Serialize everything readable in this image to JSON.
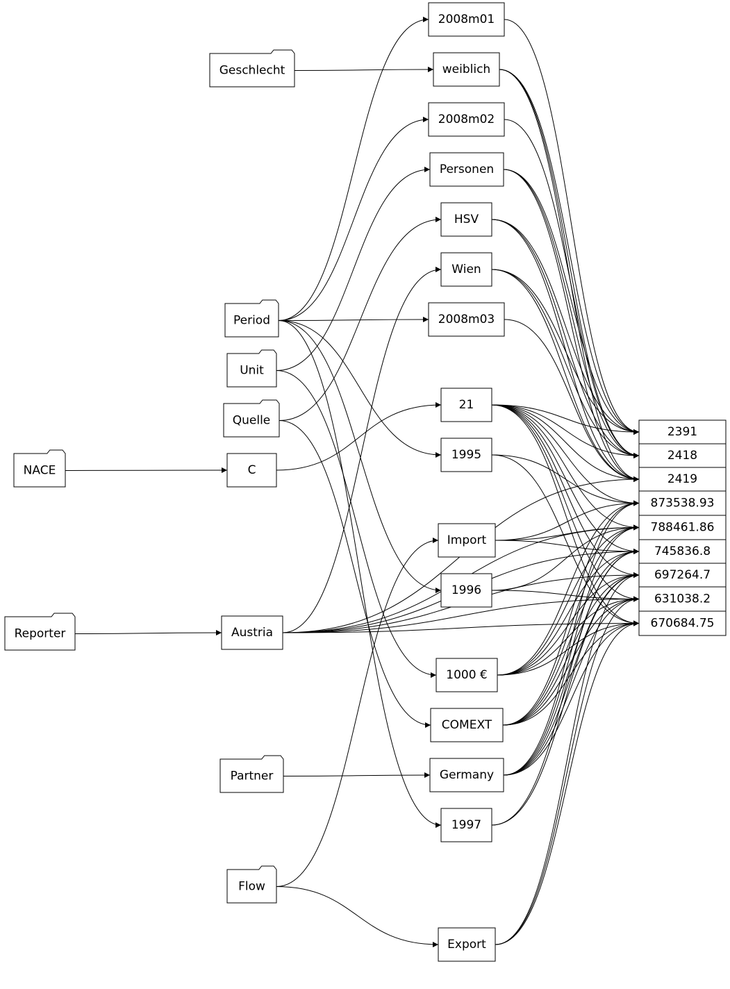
{
  "dimension_nodes": [
    {
      "id": "geschlecht",
      "label": "Geschlecht"
    },
    {
      "id": "period",
      "label": "Period"
    },
    {
      "id": "unit",
      "label": "Unit"
    },
    {
      "id": "quelle",
      "label": "Quelle"
    },
    {
      "id": "nace",
      "label": "NACE"
    },
    {
      "id": "reporter",
      "label": "Reporter"
    },
    {
      "id": "partner",
      "label": "Partner"
    },
    {
      "id": "flow",
      "label": "Flow"
    }
  ],
  "value_nodes": [
    {
      "id": "v2008m01",
      "label": "2008m01"
    },
    {
      "id": "weiblich",
      "label": "weiblich"
    },
    {
      "id": "v2008m02",
      "label": "2008m02"
    },
    {
      "id": "personen",
      "label": "Personen"
    },
    {
      "id": "hsv",
      "label": "HSV"
    },
    {
      "id": "wien",
      "label": "Wien"
    },
    {
      "id": "v2008m03",
      "label": "2008m03"
    },
    {
      "id": "c",
      "label": "C"
    },
    {
      "id": "v21",
      "label": "21"
    },
    {
      "id": "v1995",
      "label": "1995"
    },
    {
      "id": "import",
      "label": "Import"
    },
    {
      "id": "v1996",
      "label": "1996"
    },
    {
      "id": "austria",
      "label": "Austria"
    },
    {
      "id": "eur1000",
      "label": "1000 €"
    },
    {
      "id": "comext",
      "label": "COMEXT"
    },
    {
      "id": "germany",
      "label": "Germany"
    },
    {
      "id": "v1997",
      "label": "1997"
    },
    {
      "id": "export",
      "label": "Export"
    }
  ],
  "record_values": [
    {
      "id": "r2391",
      "label": "2391"
    },
    {
      "id": "r2418",
      "label": "2418"
    },
    {
      "id": "r2419",
      "label": "2419"
    },
    {
      "id": "r873538",
      "label": "873538.93"
    },
    {
      "id": "r788461",
      "label": "788461.86"
    },
    {
      "id": "r745836",
      "label": "745836.8"
    },
    {
      "id": "r697264",
      "label": "697264.7"
    },
    {
      "id": "r631038",
      "label": "631038.2"
    },
    {
      "id": "r670684",
      "label": "670684.75"
    }
  ],
  "edges": [
    [
      "geschlecht",
      "weiblich"
    ],
    [
      "period",
      "v2008m01"
    ],
    [
      "period",
      "v2008m02"
    ],
    [
      "period",
      "v2008m03"
    ],
    [
      "period",
      "v1995"
    ],
    [
      "period",
      "v1996"
    ],
    [
      "period",
      "v1997"
    ],
    [
      "unit",
      "personen"
    ],
    [
      "unit",
      "eur1000"
    ],
    [
      "quelle",
      "hsv"
    ],
    [
      "quelle",
      "comext"
    ],
    [
      "nace",
      "c"
    ],
    [
      "c",
      "v21"
    ],
    [
      "reporter",
      "austria"
    ],
    [
      "austria",
      "wien"
    ],
    [
      "austria",
      "r2419"
    ],
    [
      "austria",
      "r788461"
    ],
    [
      "austria",
      "r631038"
    ],
    [
      "austria",
      "r697264"
    ],
    [
      "austria",
      "r670684"
    ],
    [
      "austria",
      "r745836"
    ],
    [
      "partner",
      "germany"
    ],
    [
      "flow",
      "import"
    ],
    [
      "flow",
      "export"
    ],
    [
      "v2008m01",
      "r2391"
    ],
    [
      "weiblich",
      "r2391"
    ],
    [
      "weiblich",
      "r2418"
    ],
    [
      "weiblich",
      "r2419"
    ],
    [
      "v2008m02",
      "r2418"
    ],
    [
      "personen",
      "r2391"
    ],
    [
      "personen",
      "r2418"
    ],
    [
      "personen",
      "r2419"
    ],
    [
      "hsv",
      "r2391"
    ],
    [
      "hsv",
      "r2418"
    ],
    [
      "hsv",
      "r2419"
    ],
    [
      "wien",
      "r2391"
    ],
    [
      "wien",
      "r2418"
    ],
    [
      "wien",
      "r2419"
    ],
    [
      "v2008m03",
      "r2419"
    ],
    [
      "v21",
      "r2391"
    ],
    [
      "v21",
      "r2418"
    ],
    [
      "v21",
      "r2419"
    ],
    [
      "v21",
      "r873538"
    ],
    [
      "v21",
      "r788461"
    ],
    [
      "v21",
      "r745836"
    ],
    [
      "v21",
      "r697264"
    ],
    [
      "v21",
      "r631038"
    ],
    [
      "v21",
      "r670684"
    ],
    [
      "v1995",
      "r873538"
    ],
    [
      "v1995",
      "r670684"
    ],
    [
      "import",
      "r873538"
    ],
    [
      "import",
      "r788461"
    ],
    [
      "import",
      "r745836"
    ],
    [
      "v1996",
      "r788461"
    ],
    [
      "v1996",
      "r631038"
    ],
    [
      "eur1000",
      "r873538"
    ],
    [
      "eur1000",
      "r788461"
    ],
    [
      "eur1000",
      "r745836"
    ],
    [
      "eur1000",
      "r697264"
    ],
    [
      "eur1000",
      "r631038"
    ],
    [
      "eur1000",
      "r670684"
    ],
    [
      "comext",
      "r873538"
    ],
    [
      "comext",
      "r788461"
    ],
    [
      "comext",
      "r745836"
    ],
    [
      "comext",
      "r697264"
    ],
    [
      "comext",
      "r631038"
    ],
    [
      "comext",
      "r670684"
    ],
    [
      "germany",
      "r873538"
    ],
    [
      "germany",
      "r788461"
    ],
    [
      "germany",
      "r745836"
    ],
    [
      "germany",
      "r697264"
    ],
    [
      "germany",
      "r631038"
    ],
    [
      "germany",
      "r670684"
    ],
    [
      "v1997",
      "r745836"
    ],
    [
      "v1997",
      "r697264"
    ],
    [
      "export",
      "r697264"
    ],
    [
      "export",
      "r631038"
    ],
    [
      "export",
      "r670684"
    ]
  ]
}
